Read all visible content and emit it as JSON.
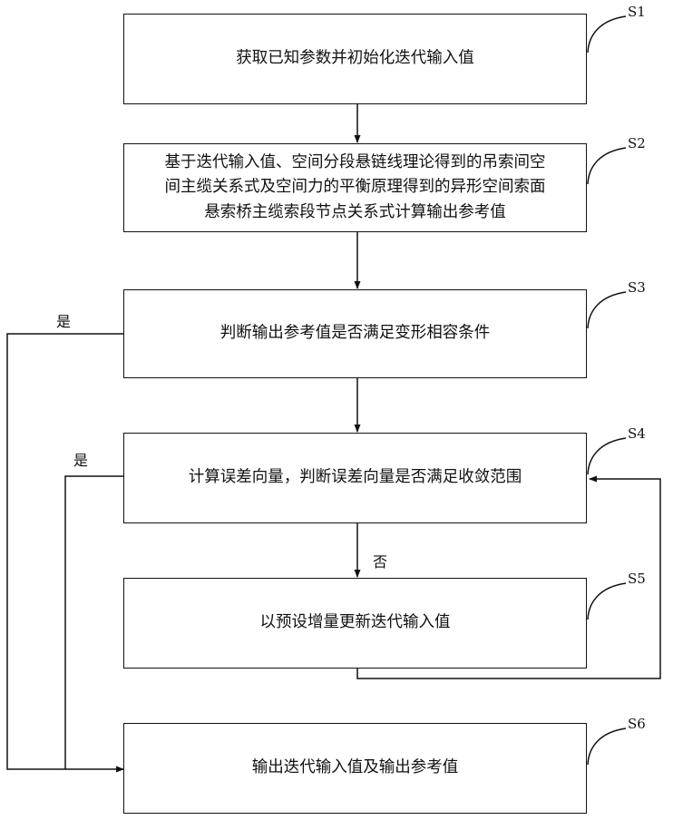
{
  "steps": [
    {
      "id": "S1",
      "text": "获取已知参数并初始化迭代输入值"
    },
    {
      "id": "S2",
      "text": "基于迭代输入值、空间分段悬链线理论得到的吊索间空\n间主缆关系式及空间力的平衡原理得到的异形空间索面\n悬索桥主缆索段节点关系式计算输出参考值"
    },
    {
      "id": "S3",
      "text": "判断输出参考值是否满足变形相容条件"
    },
    {
      "id": "S4",
      "text": "计算误差向量，判断误差向量是否满足收敛范围"
    },
    {
      "id": "S5",
      "text": "以预设增量更新迭代输入值"
    },
    {
      "id": "S6",
      "text": "输出迭代输入值及输出参考值"
    }
  ],
  "branches": {
    "s3_yes": "是",
    "s4_yes": "是",
    "s4_no": "否"
  }
}
